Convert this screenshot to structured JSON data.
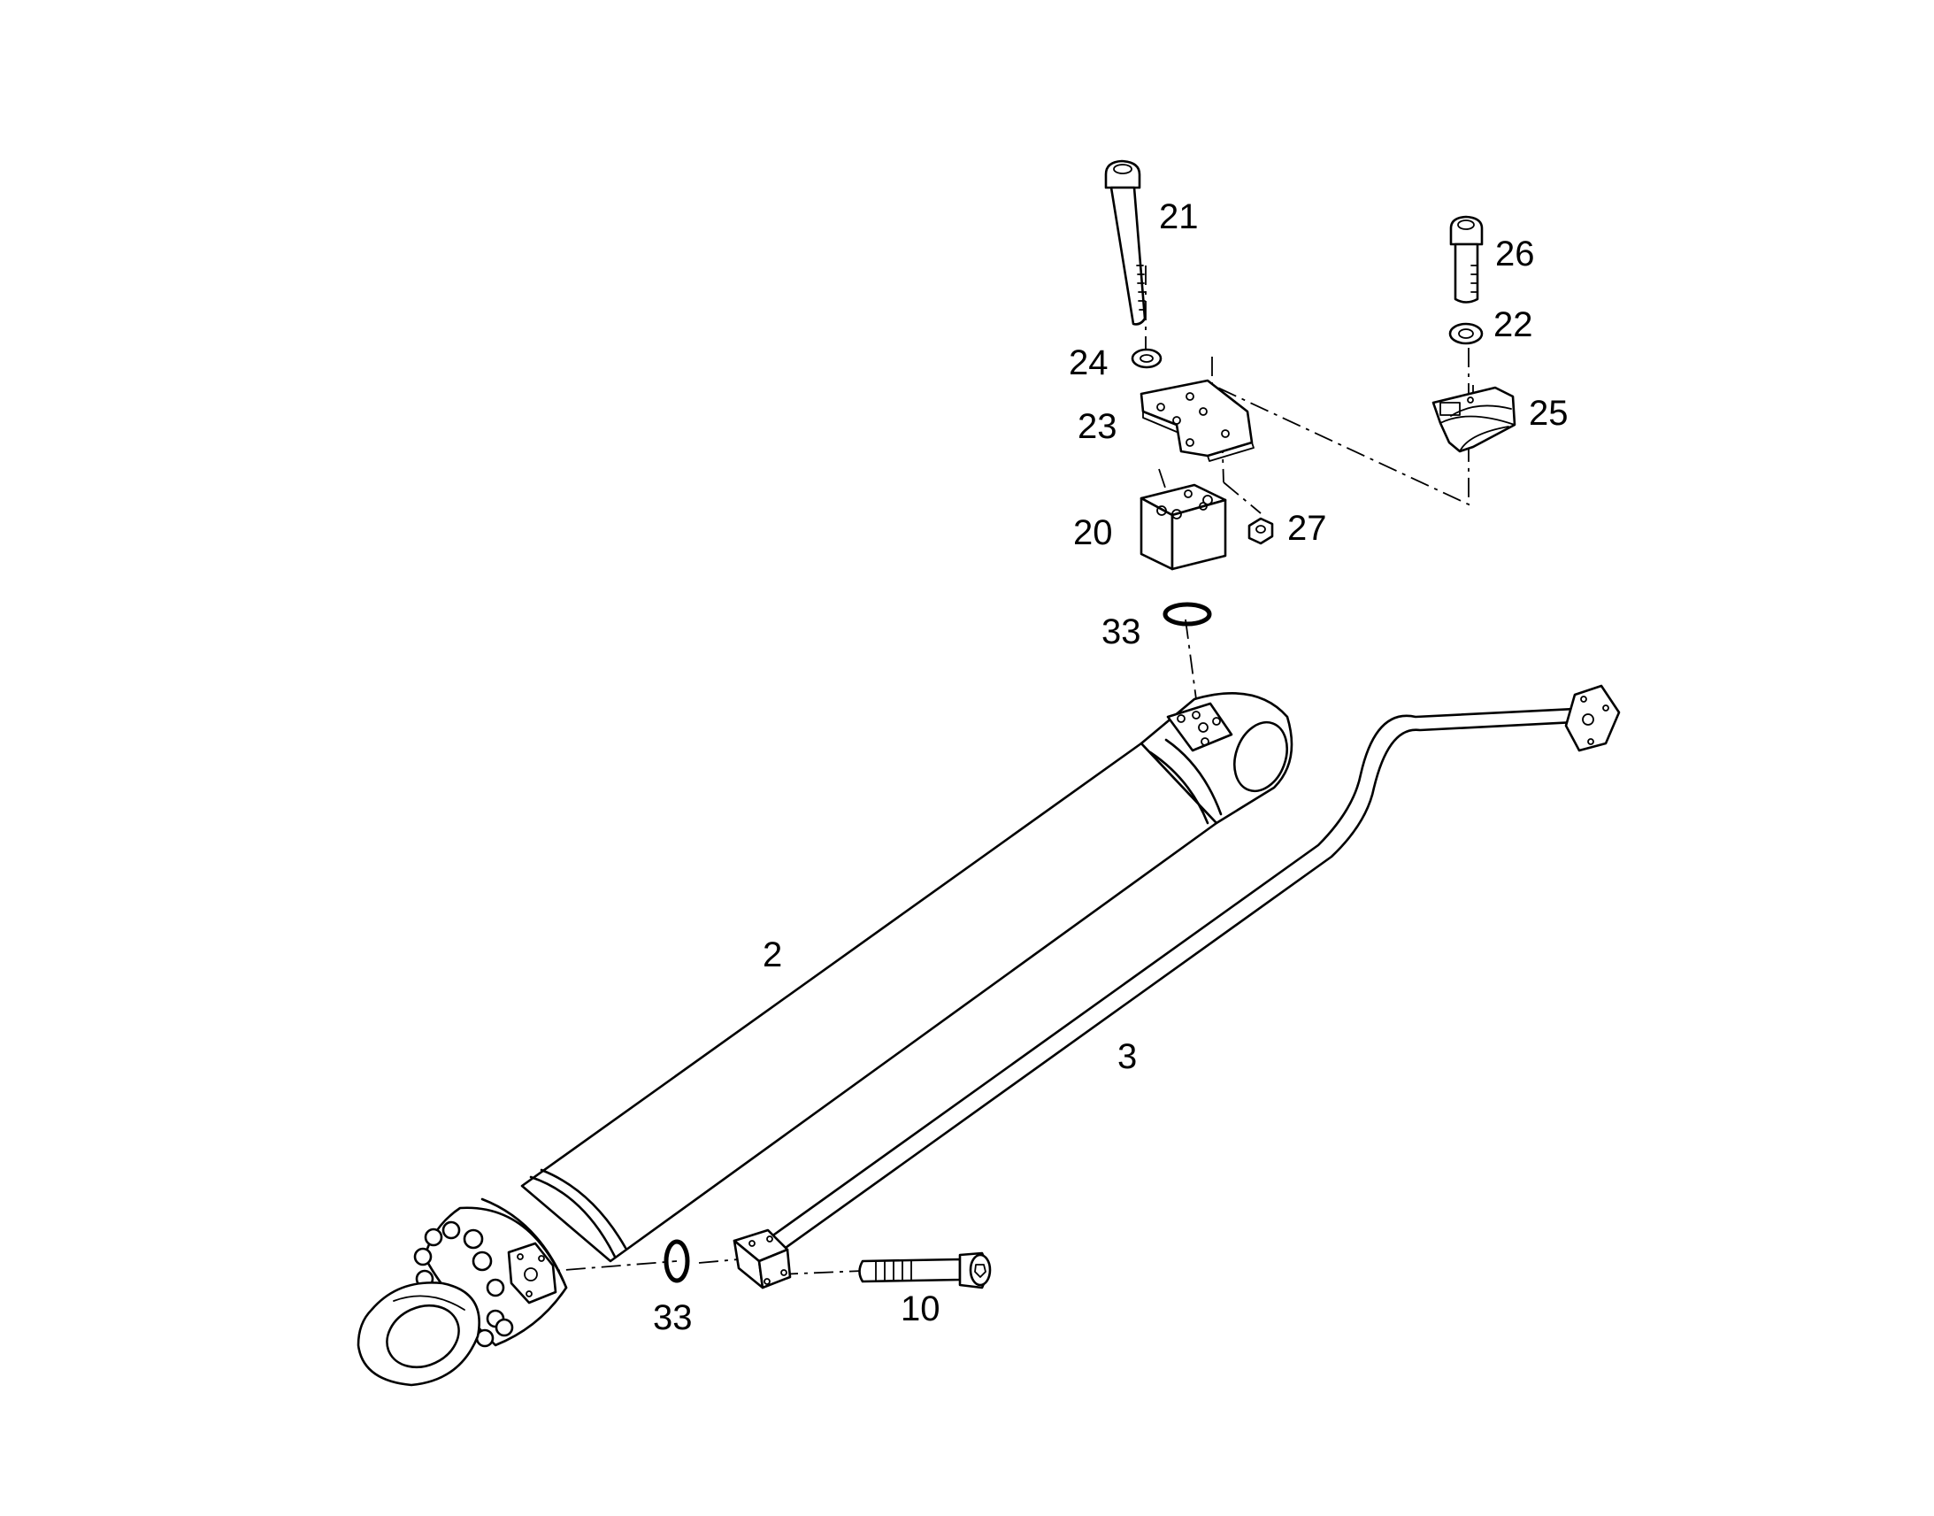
{
  "callouts": {
    "c21": "21",
    "c26": "26",
    "c22": "22",
    "c24": "24",
    "c25": "25",
    "c23": "23",
    "c20": "20",
    "c27": "27",
    "c33_top": "33",
    "c2": "2",
    "c3": "3",
    "c33_bottom": "33",
    "c10": "10"
  }
}
